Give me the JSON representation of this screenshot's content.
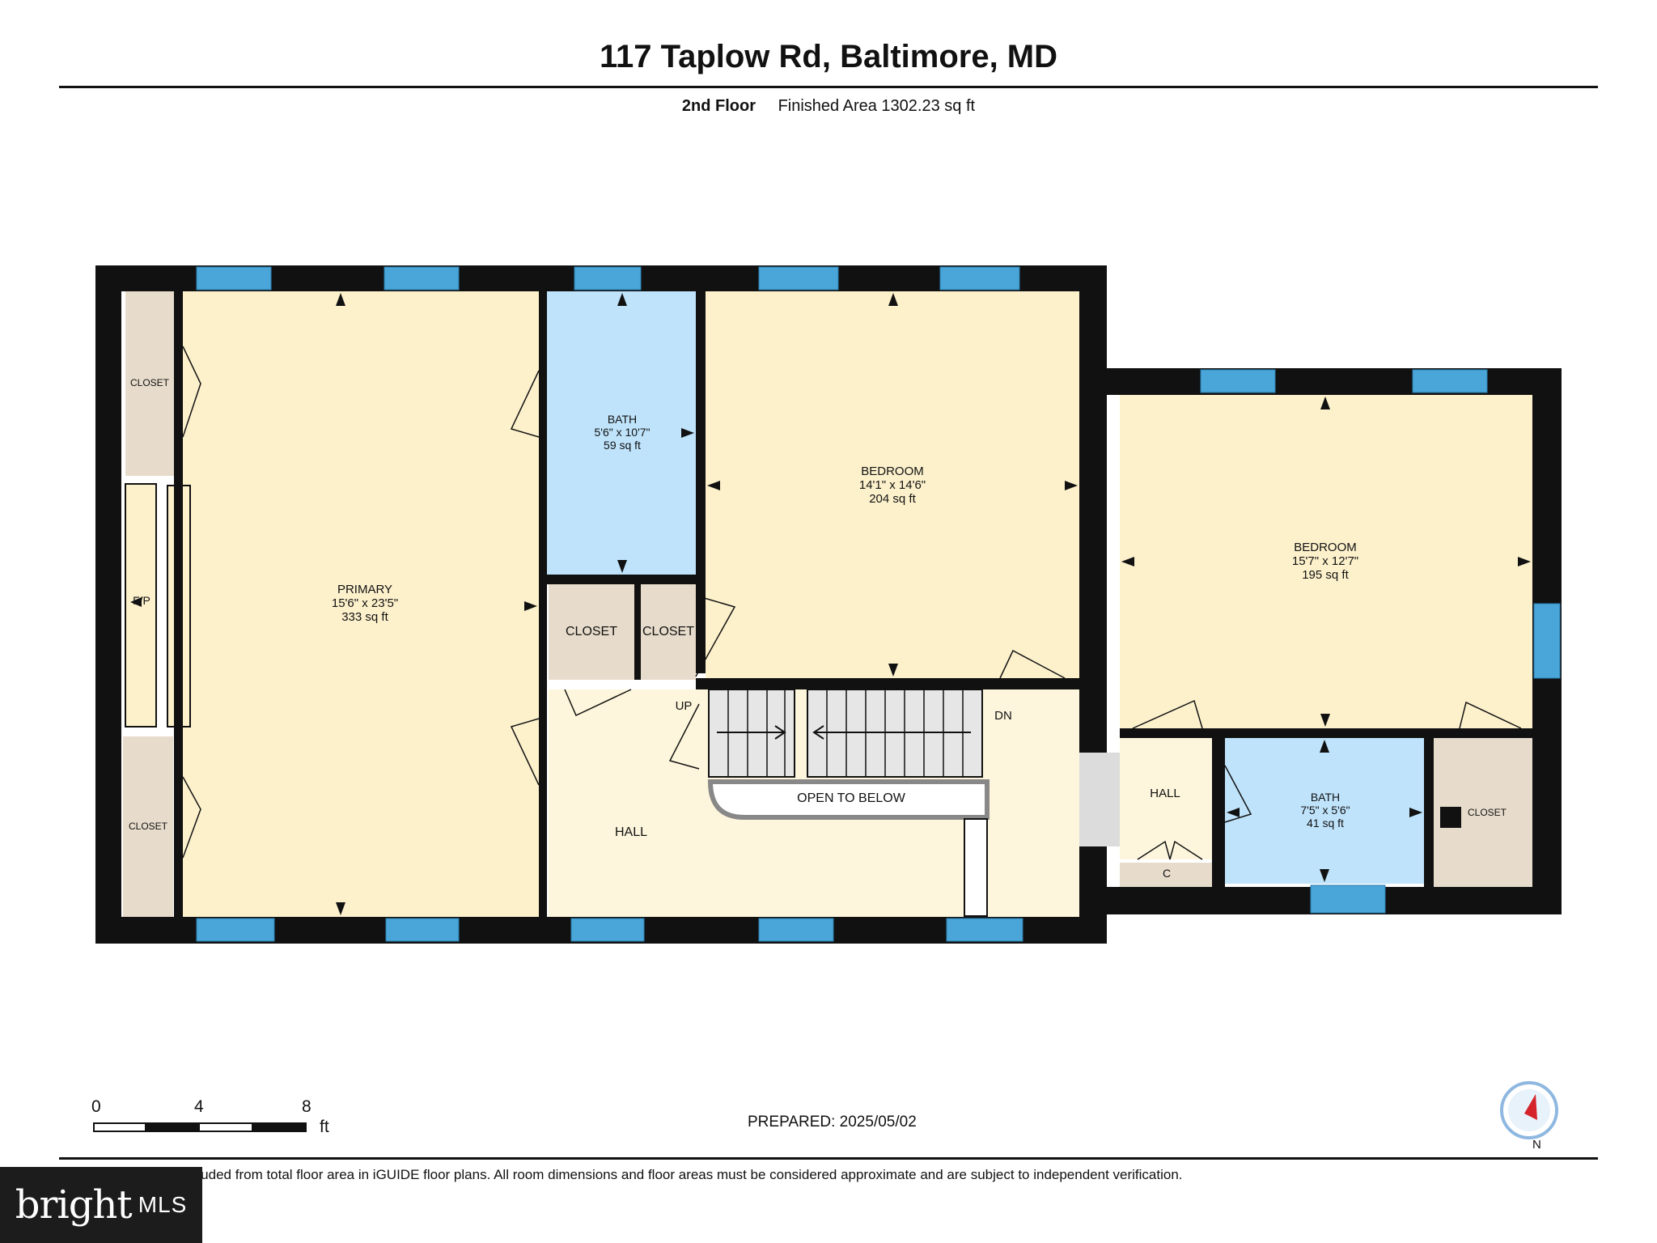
{
  "header": {
    "title": "117 Taplow Rd, Baltimore, MD",
    "floor": "2nd Floor",
    "finished_area": "Finished Area 1302.23 sq ft"
  },
  "rooms": {
    "primary": {
      "name": "PRIMARY",
      "dims": "15'6\" x 23'5\"",
      "area": "333 sq ft"
    },
    "bath_top": {
      "name": "BATH",
      "dims": "5'6\" x 10'7\"",
      "area": "59 sq ft"
    },
    "bedroom_center": {
      "name": "BEDROOM",
      "dims": "14'1\" x 14'6\"",
      "area": "204 sq ft"
    },
    "bedroom_right": {
      "name": "BEDROOM",
      "dims": "15'7\" x 12'7\"",
      "area": "195 sq ft"
    },
    "bath_right": {
      "name": "BATH",
      "dims": "7'5\" x 5'6\"",
      "area": "41 sq ft"
    }
  },
  "labels": {
    "closet_upper_left": "CLOSET",
    "closet_lower_left": "CLOSET",
    "fireplace": "F/P",
    "closet_mid_1": "CLOSET",
    "closet_mid_2": "CLOSET",
    "hall_main": "HALL",
    "hall_right": "HALL",
    "closet_right": "CLOSET",
    "small_closet": "C",
    "up": "UP",
    "down": "DN",
    "open_to_below": "OPEN TO BELOW"
  },
  "footer": {
    "prepared": "PREPARED: 2025/05/02",
    "disclaimer": "White regions are excluded from total floor area in iGUIDE floor plans. All room dimensions and floor areas must be considered approximate and are subject to independent verification.",
    "scale_ticks": [
      "0",
      "4",
      "8"
    ],
    "scale_unit": "ft",
    "compass_label": "N",
    "logo_brand": "bright",
    "logo_mls": "MLS"
  },
  "colors": {
    "room_fill": "#fdf1cc",
    "bath_fill": "#bfe3fb",
    "closet_fill": "#e7dccb",
    "hall_fill": "#fdf6dc",
    "wall": "#111111",
    "window": "#4aa6d8",
    "stair_fill": "#e6e6e6"
  }
}
